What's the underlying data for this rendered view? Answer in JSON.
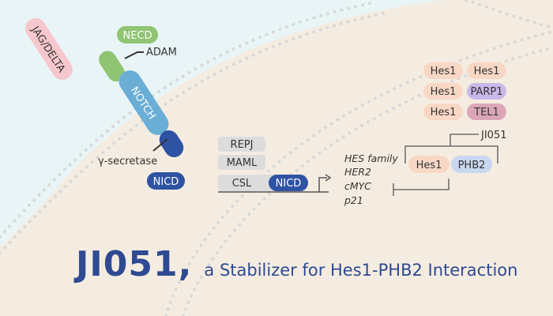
{
  "ligand": "JAG/DELTA",
  "receptor": {
    "necd": "NECD",
    "notch": "NOTCH",
    "nicd": "NICD"
  },
  "enzymes": {
    "adam": "ADAM",
    "gamma_secretase": "γ-secretase"
  },
  "transcription_complex": {
    "repj": "REPJ",
    "maml": "MAML",
    "csl": "CSL",
    "nicd": "NICD"
  },
  "target_genes": [
    "HES family",
    "HER2",
    "cMYC",
    "p21"
  ],
  "dimers": [
    {
      "left": "Hes1",
      "right": "Hes1"
    },
    {
      "left": "Hes1",
      "right": "PARP1"
    },
    {
      "left": "Hes1",
      "right": "TEL1"
    }
  ],
  "compound": "JI051",
  "complex": {
    "left": "Hes1",
    "right": "PHB2"
  },
  "title": {
    "main": "JI051,",
    "sub": "a Stabilizer for Hes1-PHB2 Interaction"
  },
  "colors": {
    "background": "#f5ece1",
    "extracellular": "#e9f4f7",
    "ligand": "#f6c7cd",
    "necd": "#8fc473",
    "notch": "#6aaed6",
    "nicd": "#2f53a3",
    "gray_box": "#dcdcdc",
    "hes1": "#f8d8c5",
    "phb2": "#c9d6f0",
    "parp1": "#c9b8e8",
    "tel1": "#dba7b8",
    "title": "#2e4a92"
  }
}
